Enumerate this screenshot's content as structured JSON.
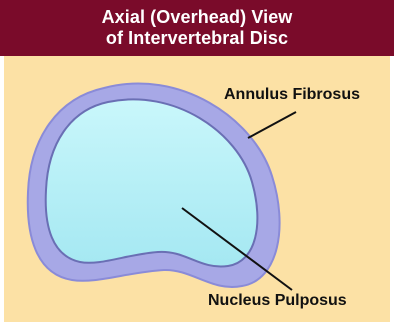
{
  "header": {
    "title_line1": "Axial (Overhead) View",
    "title_line2": "of Intervertebral Disc"
  },
  "labels": {
    "annulus": "Annulus Fibrosus",
    "nucleus": "Nucleus Pulposus"
  },
  "colors": {
    "header_bg": "#7A0B2A",
    "panel_bg": "#FCE1A5",
    "annulus_fill": "#A7A8E6",
    "annulus_edge": "#8A8BD8",
    "nucleus_fill": "#B8F0F7",
    "nucleus_edge": "#6A6FB4",
    "leader_line": "#111111"
  }
}
